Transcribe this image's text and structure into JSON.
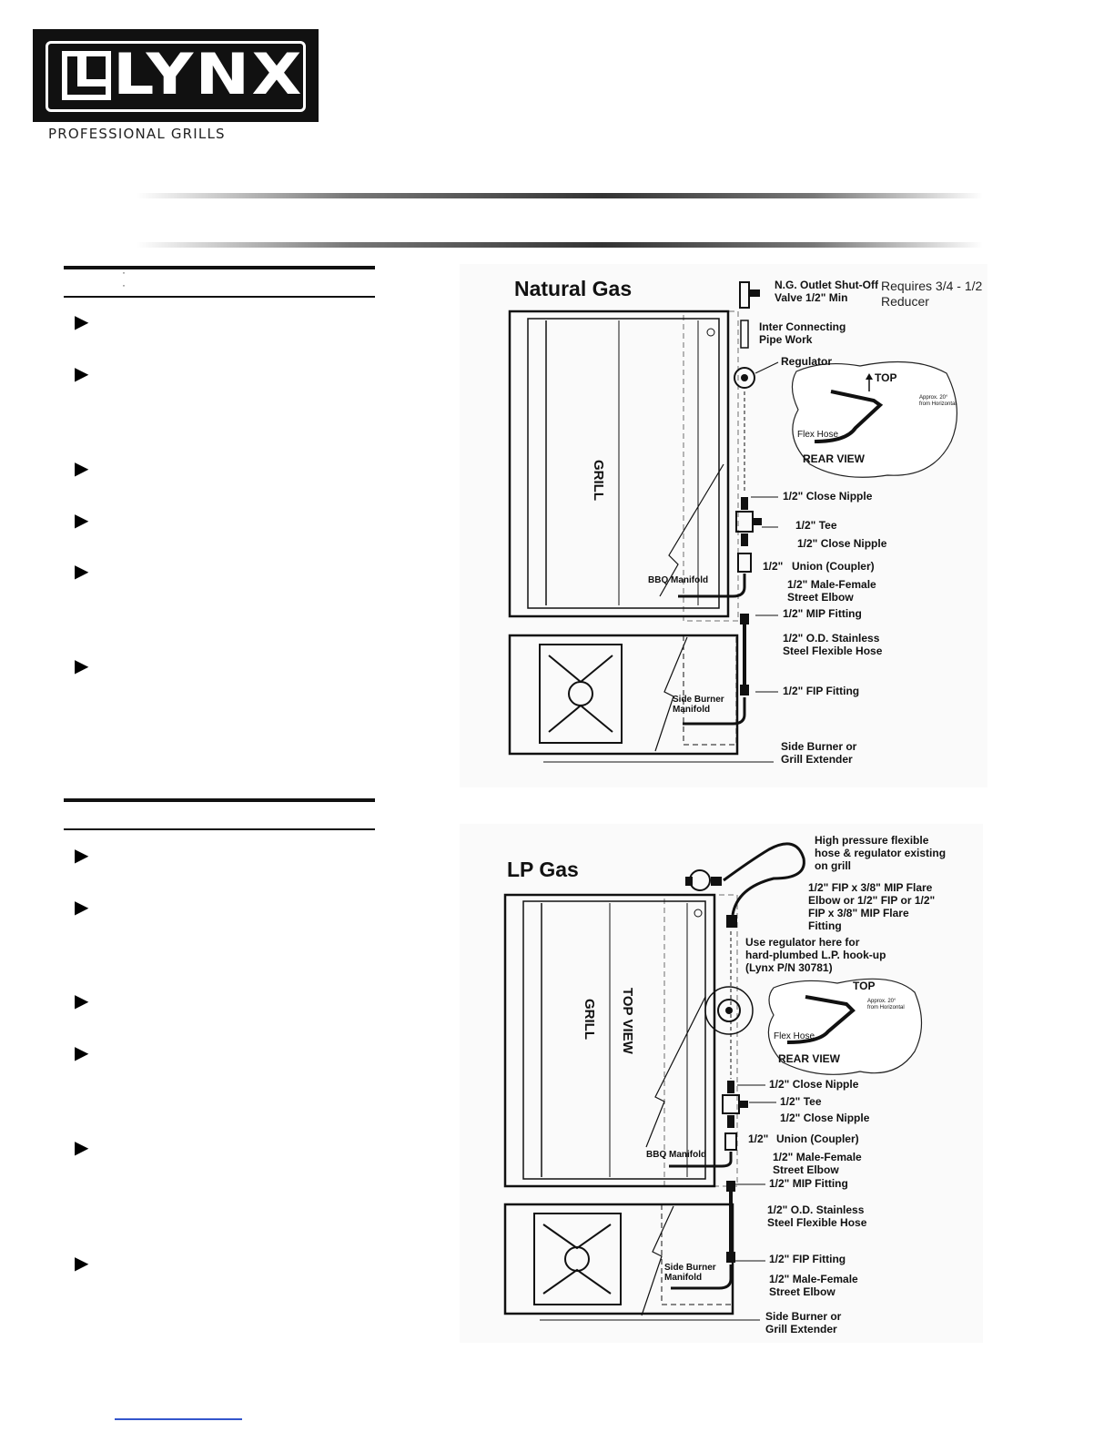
{
  "brand": {
    "name": "LYNX",
    "tagline": "PROFESSIONAL GRILLS"
  },
  "natural_gas": {
    "title": "Natural Gas",
    "note": "Requires 3/4 - 1/2 Reducer",
    "grill_label": "GRILL",
    "labels": {
      "shutoff": "N.G. Outlet Shut-Off Valve 1/2\" Min",
      "pipe": "Inter Connecting Pipe Work",
      "regulator": "Regulator",
      "top": "TOP",
      "approx": "Approx. 20° from Horizontal",
      "flex_hose": "Flex Hose",
      "rear_view": "REAR VIEW",
      "close_nipple_1": "1/2\" Close Nipple",
      "tee": "1/2\" Tee",
      "close_nipple_2": "1/2\" Close Nipple",
      "union_size": "1/2\"",
      "union": "Union (Coupler)",
      "elbow": "1/2\" Male-Female Street Elbow",
      "bbq_manifold": "BBQ Manifold",
      "mip": "1/2\" MIP Fitting",
      "stainless": "1/2\" O.D. Stainless Steel Flexible Hose",
      "fip": "1/2\" FIP Fitting",
      "side_manifold": "Side Burner Manifold",
      "side_burner": "Side Burner or Grill Extender"
    }
  },
  "lp_gas": {
    "title": "LP Gas",
    "grill_label": "GRILL",
    "top_view": "TOP VIEW",
    "labels": {
      "hp_hose": "High pressure flexible hose & regulator existing on grill",
      "flare": "1/2\" FIP x 3/8\" MIP Flare Elbow or 1/2\" FIP or 1/2\" FIP x 3/8\" MIP Flare Fitting",
      "use_reg": "Use regulator here for hard-plumbed L.P. hook-up (Lynx P/N 30781)",
      "top": "TOP",
      "approx": "Approx. 20° from Horizontal",
      "flex_hose": "Flex Hose",
      "rear_view": "REAR VIEW",
      "close_nipple_1": "1/2\" Close Nipple",
      "tee": "1/2\" Tee",
      "close_nipple_2": "1/2\" Close Nipple",
      "union_size": "1/2\"",
      "union": "Union (Coupler)",
      "elbow": "1/2\" Male-Female Street Elbow",
      "bbq_manifold": "BBQ Manifold",
      "mip": "1/2\" MIP Fitting",
      "stainless": "1/2\" O.D. Stainless Steel Flexible Hose",
      "fip": "1/2\" FIP Fitting",
      "elbow_2": "1/2\" Male-Female Street Elbow",
      "side_manifold": "Side Burner Manifold",
      "side_burner": "Side Burner or Grill Extender"
    }
  },
  "colors": {
    "ink": "#111111",
    "link": "#3355cc"
  }
}
